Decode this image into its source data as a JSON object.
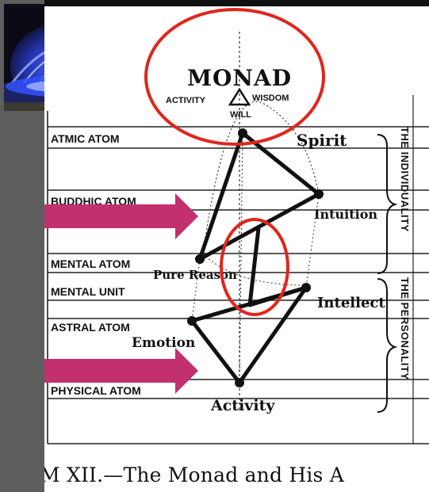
{
  "diagram": {
    "top_node": "MONAD",
    "top_sub_left": "ACTIVITY",
    "top_sub_right": "WISDOM",
    "top_sub_bottom": "WILL",
    "rows": [
      "ATMIC ATOM",
      "BUDDHIC ATOM",
      "MENTAL ATOM",
      "MENTAL UNIT",
      "ASTRAL ATOM",
      "PHYSICAL ATOM"
    ],
    "nodes": {
      "spirit": "Spirit",
      "intuition": "Intuition",
      "pure_reason": "Pure Reason",
      "intellect": "Intellect",
      "emotion": "Emotion",
      "activity": "Activity"
    },
    "brackets": {
      "upper": "THE INDIVIDUALITY",
      "lower": "THE PERSONALITY"
    }
  },
  "caption": "M XII.—The Monad and His A",
  "colors": {
    "arrow": "#c2306e",
    "ring": "#e0261c",
    "background": "#5e5e5e",
    "fountain_light": "#3b5bff"
  }
}
